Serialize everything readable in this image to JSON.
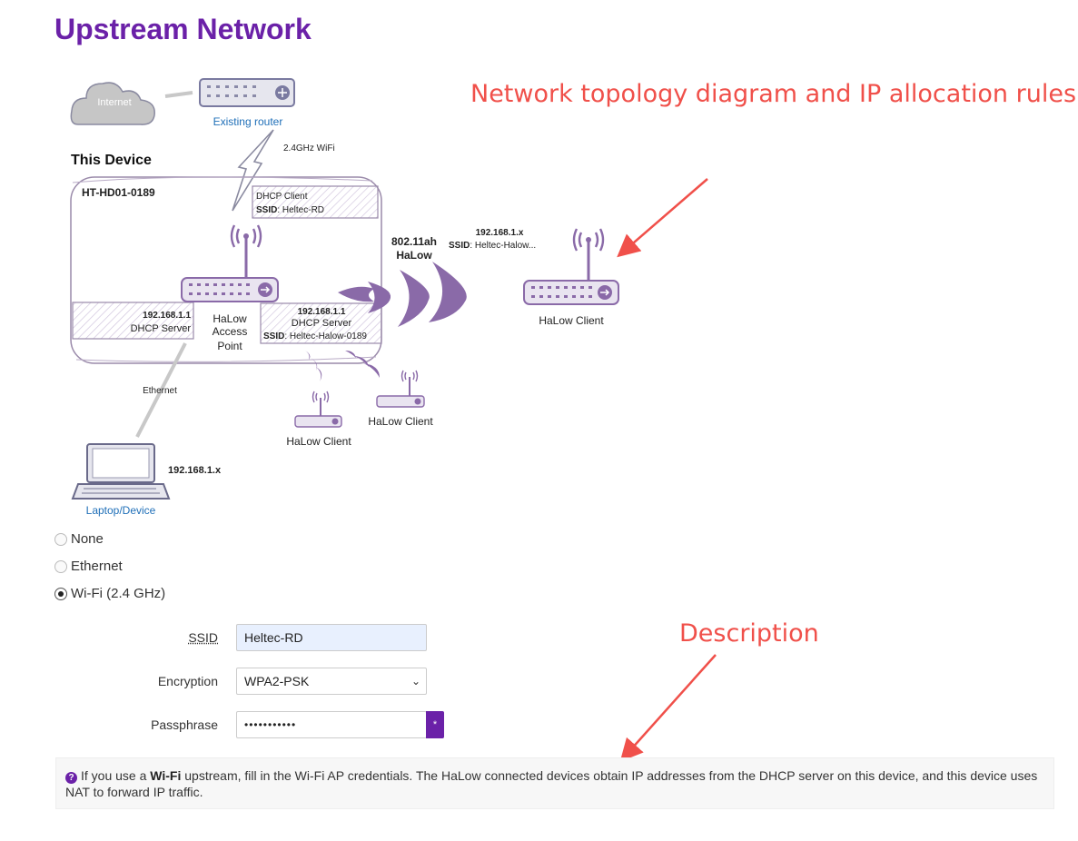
{
  "page": {
    "title": "Upstream Network"
  },
  "annotations": {
    "topology": "Network topology diagram and IP allocation rules",
    "description": "Description"
  },
  "diagram": {
    "internet": "Internet",
    "existing_router": "Existing router",
    "wifi_24": "2.4GHz WiFi",
    "this_device": "This Device",
    "device_id": "HT-HD01-0189",
    "dhcp_client": "DHCP Client",
    "ssid_label": "SSID",
    "ssid_upstream": ": Heltec-RD",
    "lan_ip": "192.168.1.1",
    "lan_dhcp": "DHCP Server",
    "halow_ap_line1": "HaLow",
    "halow_ap_line2": "Access",
    "halow_ap_line3": "Point",
    "halow_ip": "192.168.1.1",
    "halow_dhcp": "DHCP Server",
    "halow_ssid": ": Heltec-Halow-0189",
    "band_line1": "802.11ah",
    "band_line2": "HaLow",
    "client_ip": "192.168.1.x",
    "client_ssid": ": Heltec-Halow...",
    "halow_client": "HaLow Client",
    "ethernet": "Ethernet",
    "laptop_ip": "192.168.1.x",
    "laptop": "Laptop/Device"
  },
  "upstream_options": {
    "none": "None",
    "ethernet": "Ethernet",
    "wifi": "Wi-Fi (2.4 GHz)",
    "selected": "wifi"
  },
  "form": {
    "ssid_label": "SSID",
    "ssid_value": "Heltec-RD",
    "encryption_label": "Encryption",
    "encryption_value": "WPA2-PSK",
    "passphrase_label": "Passphrase",
    "passphrase_value": "•••••••••••",
    "reveal_label": "*"
  },
  "description": {
    "pre": "If you use a ",
    "bold": "Wi-Fi",
    "post": " upstream, fill in the Wi-Fi AP credentials. The HaLow connected devices obtain IP addresses from the DHCP server on this device, and this device uses NAT to forward IP traffic."
  },
  "colors": {
    "accent": "#6b21a8",
    "annotation": "#f0504a",
    "diagram": "#8a6aa8",
    "link_blue": "#1f6fb8"
  }
}
